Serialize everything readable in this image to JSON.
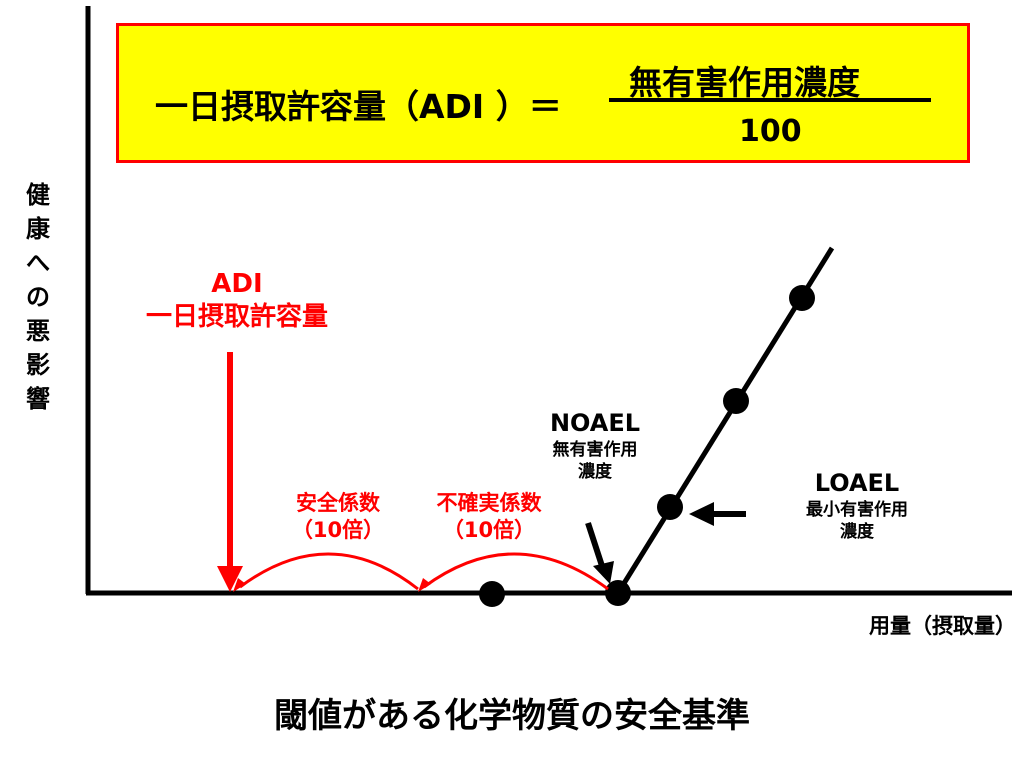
{
  "formula": {
    "lhs": "一日摂取許容量（ADI ）＝",
    "numerator": "無有害作用濃度",
    "denominator": "100"
  },
  "axes": {
    "y_label": [
      "健",
      "康",
      "へ",
      "の",
      "悪",
      "影",
      "響"
    ],
    "x_label": "用量（摂取量）"
  },
  "annotations": {
    "adi": {
      "abbr": "ADI",
      "text": "一日摂取許容量"
    },
    "safety_factor": {
      "text": "安全係数",
      "sub": "（10倍）"
    },
    "uncertainty_factor": {
      "text": "不確実係数",
      "sub": "（10倍）"
    },
    "noael": {
      "abbr": "NOAEL",
      "line1": "無有害作用",
      "line2": "濃度"
    },
    "loael": {
      "abbr": "LOAEL",
      "line1": "最小有害作用",
      "line2": "濃度"
    }
  },
  "title": "閾値がある化学物質の安全基準",
  "colors": {
    "formula_bg": "#ffff00",
    "formula_border": "#ff0000",
    "accent": "#ff0000",
    "axis": "#000000"
  }
}
